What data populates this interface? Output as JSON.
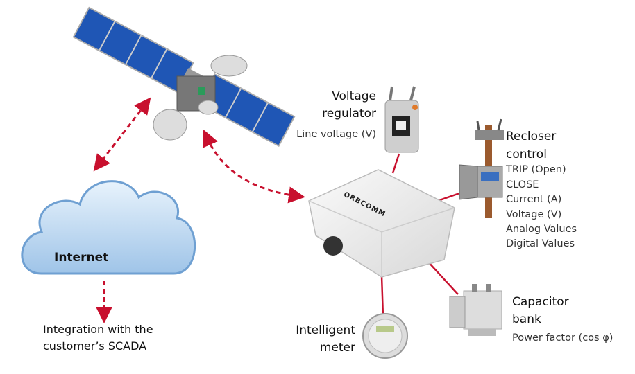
{
  "colors": {
    "accent": "#c8102e",
    "cloud": "#bcd8f2",
    "panel": "#1f56b5"
  },
  "satellite": {
    "name": "satellite-icon"
  },
  "cloud": {
    "label": "Internet"
  },
  "integration": {
    "line1": "Integration with the",
    "line2": "customer’s SCADA"
  },
  "device": {
    "brand": "ORBCOMM"
  },
  "voltage_regulator": {
    "title1": "Voltage",
    "title2": "regulator",
    "detail": "Line voltage (V)"
  },
  "recloser": {
    "title1": "Recloser",
    "title2": "control",
    "details": [
      "TRIP (Open)",
      "CLOSE",
      "Current (A)",
      "Voltage (V)",
      "Analog Values",
      "Digital Values"
    ]
  },
  "capacitor": {
    "title1": "Capacitor",
    "title2": "bank",
    "detail": "Power factor (cos φ)"
  },
  "meter": {
    "title1": "Intelligent",
    "title2": "meter"
  }
}
